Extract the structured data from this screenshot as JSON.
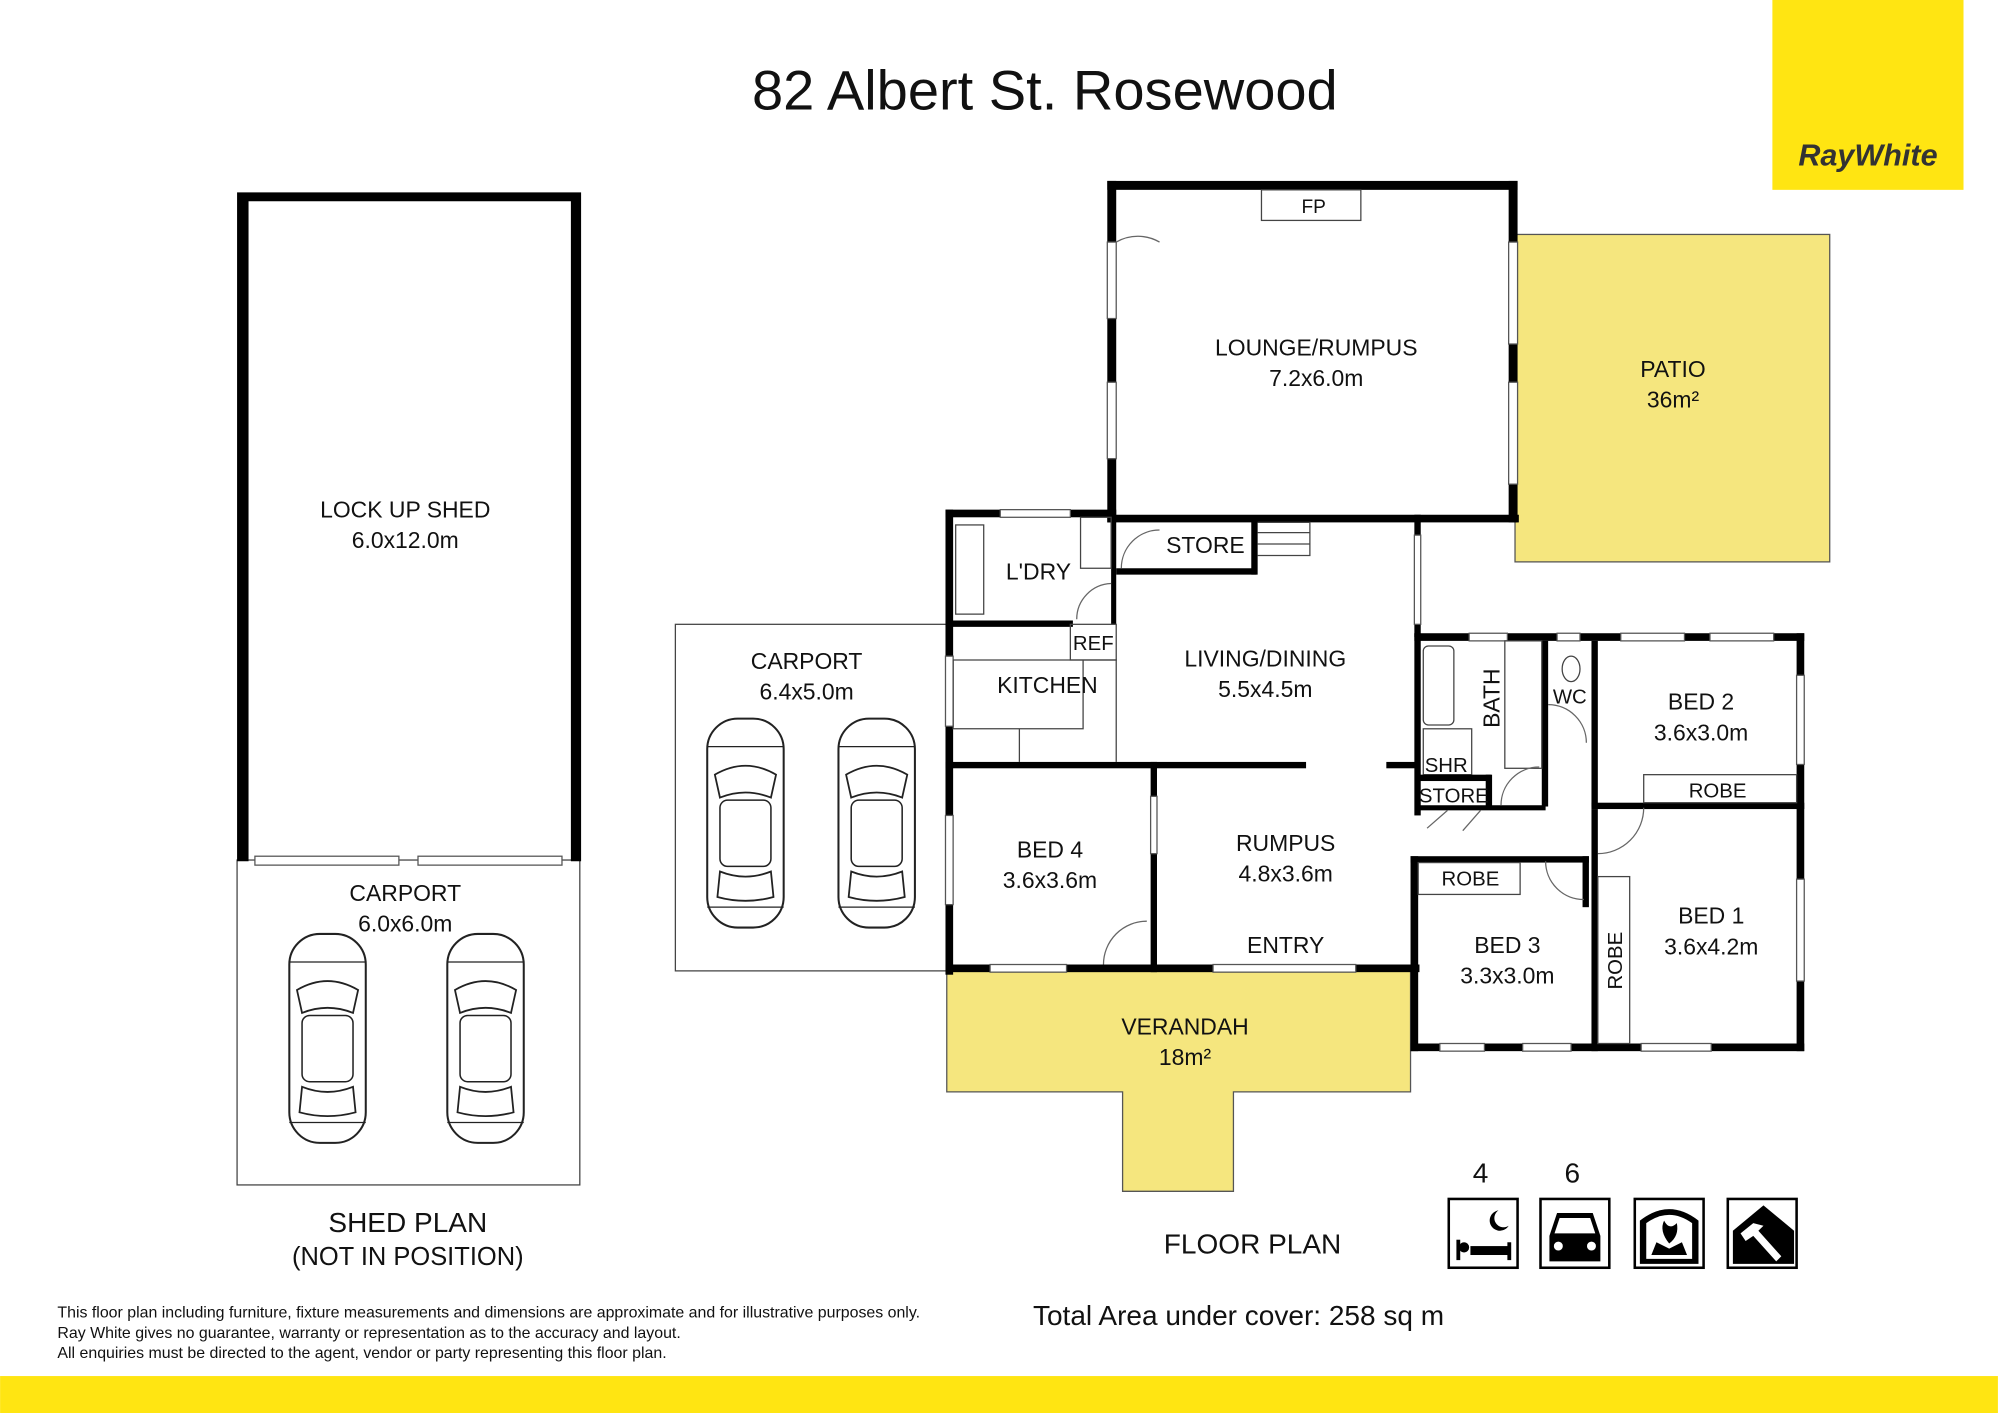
{
  "title": "82 Albert St. Rosewood",
  "brand": {
    "name": "RayWhite",
    "color": "#ffe512"
  },
  "colors": {
    "outdoor_area": "#f5e67e",
    "walls": "#000000"
  },
  "shed": {
    "lockup_name": "LOCK UP SHED",
    "lockup_size": "6.0x12.0m",
    "carport_name": "CARPORT",
    "carport_size": "6.0x6.0m",
    "plan_label": "SHED PLAN",
    "plan_note": "(NOT IN POSITION)"
  },
  "house": {
    "lounge": {
      "name": "LOUNGE/RUMPUS",
      "size": "7.2x6.0m"
    },
    "fp": "FP",
    "patio": {
      "name": "PATIO",
      "size": "36m²"
    },
    "carport": {
      "name": "CARPORT",
      "size": "6.4x5.0m"
    },
    "laundry": "L'DRY",
    "store1": "STORE",
    "ref": "REF",
    "kitchen": "KITCHEN",
    "living": {
      "name": "LIVING/DINING",
      "size": "5.5x4.5m"
    },
    "bed4": {
      "name": "BED 4",
      "size": "3.6x3.6m"
    },
    "rumpus": {
      "name": "RUMPUS",
      "size": "4.8x3.6m"
    },
    "entry": "ENTRY",
    "verandah": {
      "name": "VERANDAH",
      "size": "18m²"
    },
    "bath": "BATH",
    "wc": "WC",
    "shr": "SHR",
    "store2": "STORE",
    "bed2": {
      "name": "BED 2",
      "size": "3.6x3.0m"
    },
    "robe2": "ROBE",
    "robe3": "ROBE",
    "bed3": {
      "name": "BED 3",
      "size": "3.3x3.0m"
    },
    "robe1": "ROBE",
    "bed1": {
      "name": "BED 1",
      "size": "3.6x4.2m"
    },
    "plan_label": "FLOOR PLAN"
  },
  "features": {
    "bedrooms": "4",
    "bedroom_icon": "bed-icon",
    "car_spaces": "6",
    "car_icon": "car-icon",
    "fireplace_icon": "fireplace-icon",
    "build_icon": "hammer-house-icon"
  },
  "total_area": "Total Area under cover: 258 sq m",
  "disclaimer": [
    "This floor plan including furniture, fixture measurements and dimensions are approximate and for illustrative purposes only.",
    "Ray White gives no guarantee, warranty or representation as to the accuracy and layout.",
    "All enquiries must be directed to the agent, vendor or party representing this floor plan."
  ]
}
